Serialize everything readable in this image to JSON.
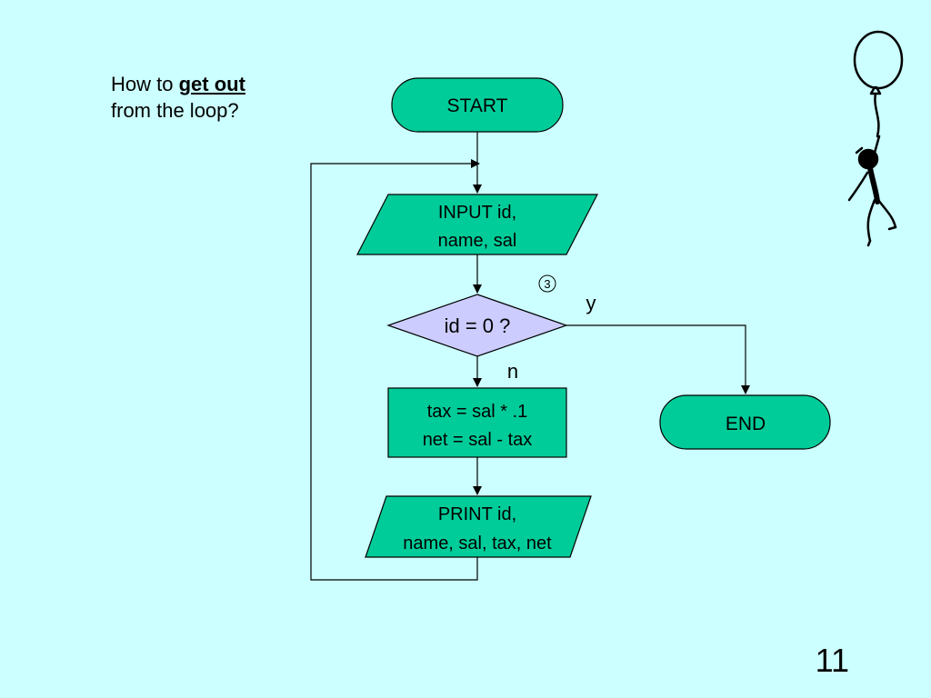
{
  "question": {
    "prefix": "How to ",
    "emphasis": "get out",
    "suffix": "from the loop?"
  },
  "flowchart": {
    "start": "START",
    "input_line1": "INPUT id,",
    "input_line2": "name, sal",
    "decision": "id = 0 ?",
    "decision_marker": "3",
    "yes_label": "y",
    "no_label": "n",
    "process_line1": "tax = sal * .1",
    "process_line2": "net = sal - tax",
    "print_line1": "PRINT id,",
    "print_line2": "name, sal, tax, net",
    "end": "END"
  },
  "page_number": "11",
  "colors": {
    "background": "#ccffff",
    "node_fill": "#00cc99",
    "decision_fill": "#ccccff",
    "stroke": "#000000"
  }
}
